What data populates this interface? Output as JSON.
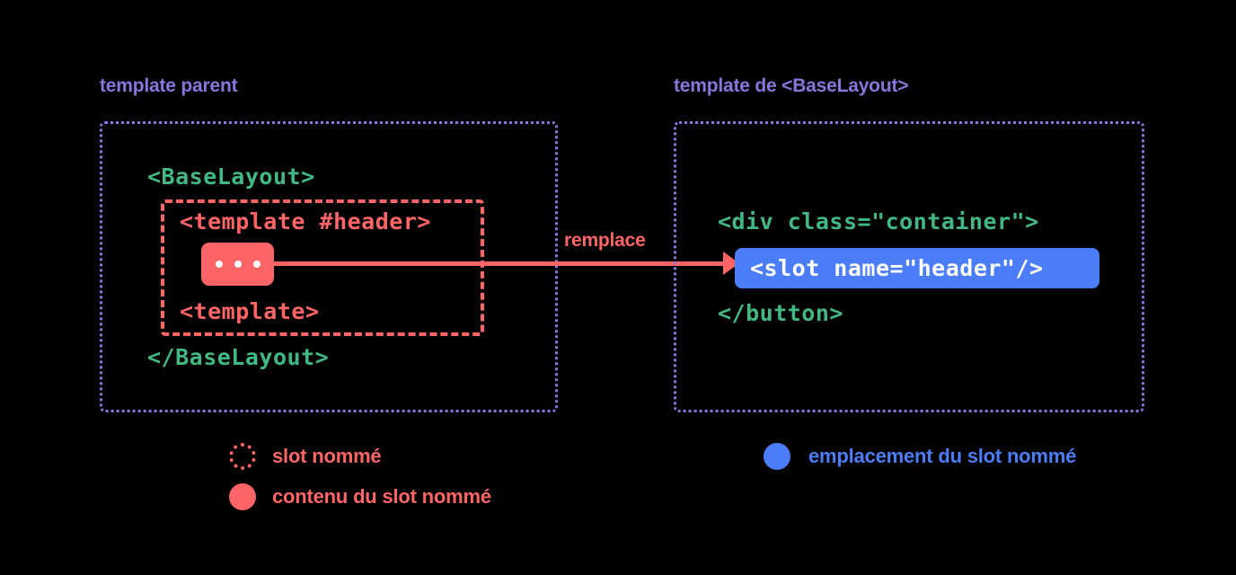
{
  "colors": {
    "background": "#000000",
    "purple": "#8a74dd",
    "green": "#42b883",
    "red": "#fc6466",
    "blue": "#4a7df7",
    "white": "#ffffff"
  },
  "left_panel": {
    "title": "template parent",
    "lines": {
      "open_tag": "<BaseLayout>",
      "template_header_open": "<template #header>",
      "template_header_close": "<template>",
      "close_tag": "</BaseLayout>"
    },
    "slot_content": {
      "label": "...",
      "dot_count": 3
    }
  },
  "right_panel": {
    "title": "template de <BaseLayout>",
    "lines": {
      "div_open": "<div class=\"container\">",
      "slot": "<slot name=\"header\"/>",
      "close_tag": "</button>"
    }
  },
  "arrow": {
    "label": "remplace"
  },
  "legend": {
    "left": [
      {
        "swatch": "dotted-circle-icon",
        "label": "slot nommé",
        "color": "#fc6466"
      },
      {
        "swatch": "filled-circle-icon",
        "label": "contenu du slot nommé",
        "color": "#fc6466"
      }
    ],
    "right": [
      {
        "swatch": "filled-circle-icon",
        "label": "emplacement du slot nommé",
        "color": "#4a7df7"
      }
    ]
  }
}
